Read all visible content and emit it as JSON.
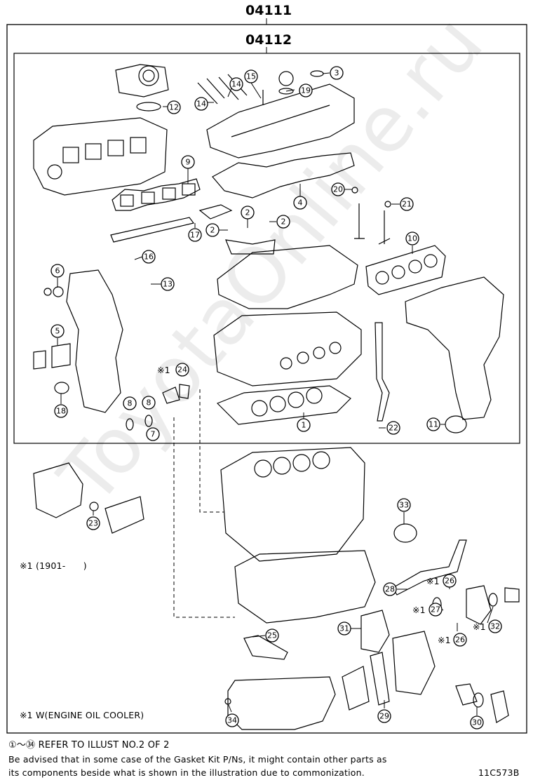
{
  "header": {
    "kit_outer": "04111",
    "kit_inner": "04112"
  },
  "notes": {
    "note_1901": "※1 (1901-　　)",
    "note_oil_cooler": "※1 W(ENGINE OIL COOLER)",
    "refer_range": "①～㉞",
    "refer_text": "REFER TO ILLUST NO.2 OF 2",
    "advise_line1": "Be advised that in some case of the Gasket Kit P/Ns,  it might contain other parts as",
    "advise_line2": "its components beside what is shown in the illustration due to commonization.",
    "illustration_code": "11C573B"
  },
  "watermark": "ToyotaOnline.ru",
  "callouts": [
    "12",
    "9",
    "15",
    "14",
    "14",
    "19",
    "3",
    "4",
    "20",
    "21",
    "2",
    "2",
    "2",
    "17",
    "10",
    "16",
    "13",
    "6",
    "5",
    "18",
    "24",
    "8",
    "8",
    "7",
    "1",
    "22",
    "11",
    "33",
    "23",
    "28",
    "26",
    "27",
    "32",
    "31",
    "25",
    "26",
    "34",
    "29",
    "30"
  ],
  "callout_prefixes": {
    "24": "※1",
    "26a": "※1",
    "27": "※1",
    "32": "※1",
    "26b": "※1"
  }
}
